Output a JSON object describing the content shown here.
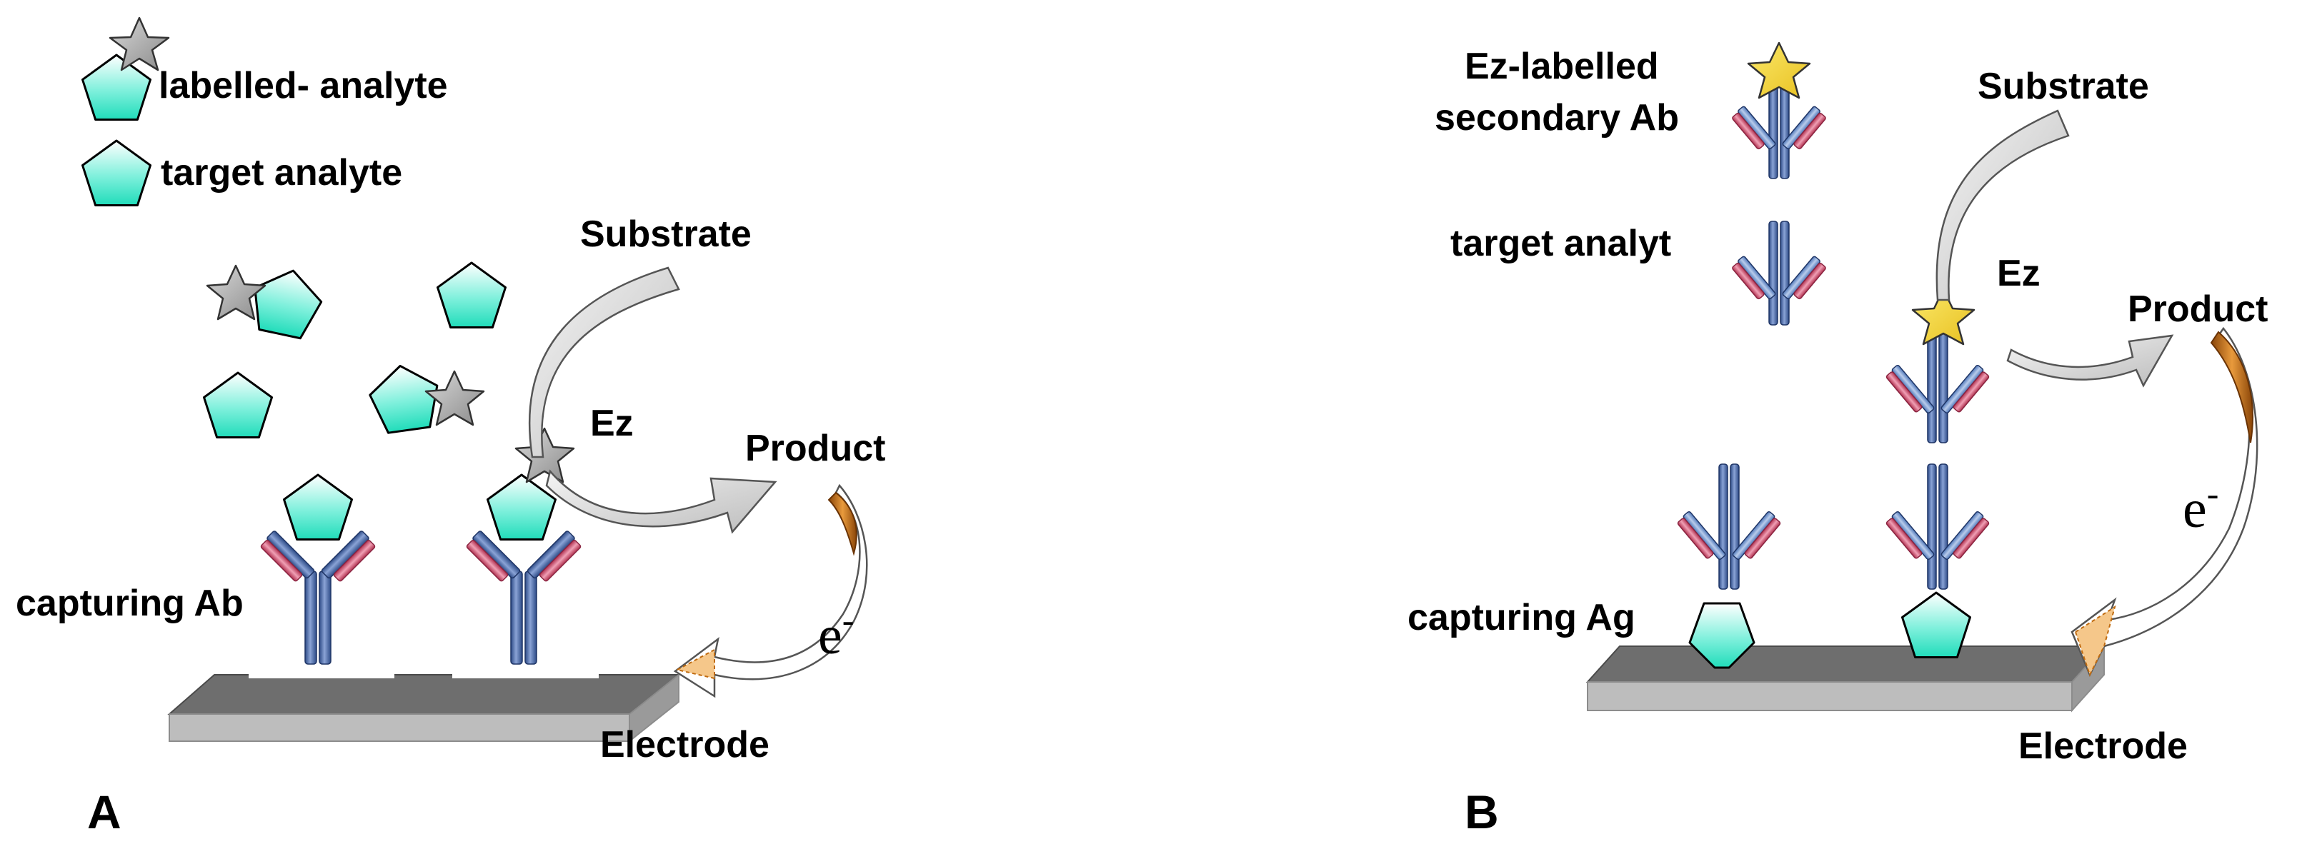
{
  "panel_a": {
    "panel_letter": "A",
    "legend_labelled": "labelled- analyte",
    "legend_target": "target analyte",
    "substrate": "Substrate",
    "enzyme": "Ez",
    "product": "Product",
    "capturing": "capturing Ab",
    "electron": "e",
    "electron_sup": "-",
    "electrode": "Electrode"
  },
  "panel_b": {
    "panel_letter": "B",
    "secondary_line1": "Ez-labelled",
    "secondary_line2": "secondary Ab",
    "target": "target analyt",
    "substrate": "Substrate",
    "enzyme": "Ez",
    "product": "Product",
    "capturing": "capturing Ag",
    "electron": "e",
    "electron_sup": "-",
    "electrode": "Electrode"
  },
  "colors": {
    "analyte_fill": "#2fe0c0",
    "antibody_blue": "#4d6cab",
    "antibody_pink": "#d04a6e",
    "star_grey": "#9a9a9a",
    "star_gold": "#f2d230",
    "electrode_top": "#6e6e6e",
    "electrode_front": "#bdbdbd",
    "arrow_grey": "#cccccc",
    "electron_orange": "#d4781c"
  },
  "icons": {
    "analyte": "pentagon",
    "label": "star",
    "antibody": "y-shape",
    "electrode": "slab",
    "flow": "curved-arrow"
  }
}
